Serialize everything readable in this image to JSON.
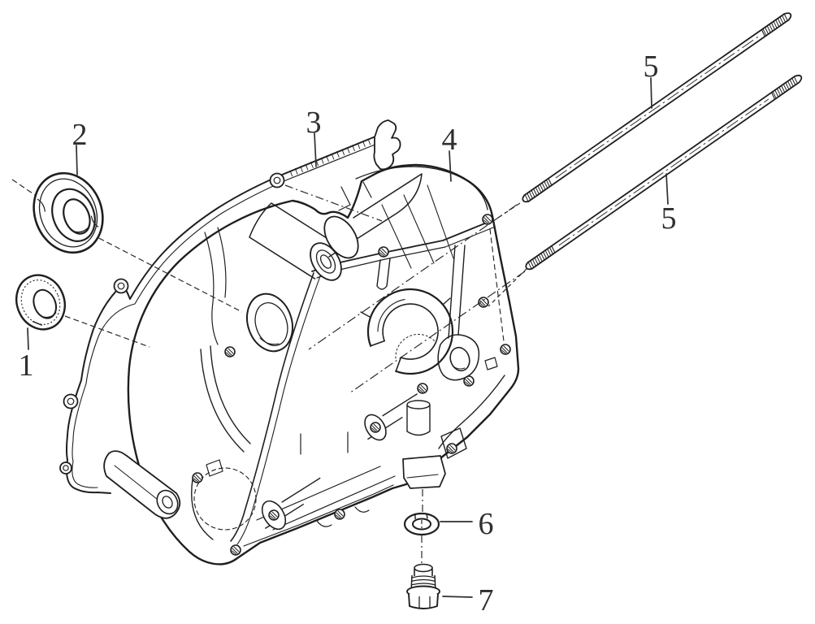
{
  "diagram": {
    "kind": "exploded-parts-line-drawing",
    "background_color": "#ffffff",
    "line_color": "#1f1f1f",
    "label_color": "#2f2f2f",
    "callouts": [
      {
        "label": "1"
      },
      {
        "label": "2"
      },
      {
        "label": "3"
      },
      {
        "label": "4"
      },
      {
        "label": "5"
      },
      {
        "label": "5"
      },
      {
        "label": "6"
      },
      {
        "label": "7"
      }
    ]
  }
}
